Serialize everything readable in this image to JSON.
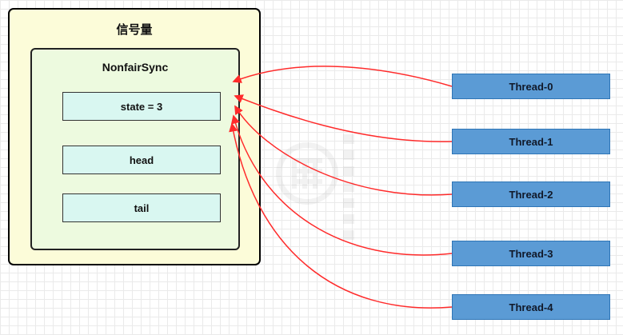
{
  "semaphore": {
    "title": "信号量",
    "sync": {
      "title": "NonfairSync",
      "fields": [
        {
          "label": "state = 3"
        },
        {
          "label": "head"
        },
        {
          "label": "tail"
        }
      ]
    }
  },
  "threads": [
    {
      "label": "Thread-0"
    },
    {
      "label": "Thread-1"
    },
    {
      "label": "Thread-2"
    },
    {
      "label": "Thread-3"
    },
    {
      "label": "Thread-4"
    }
  ],
  "colors": {
    "semaphore_fill": "#FCFCD9",
    "sync_fill": "#EDFADF",
    "field_fill": "#D9F7F1",
    "thread_fill": "#5B9BD5",
    "thread_border": "#2E75B6",
    "arrow": "#FF2B2B",
    "grid_line": "#EAEAEA"
  }
}
